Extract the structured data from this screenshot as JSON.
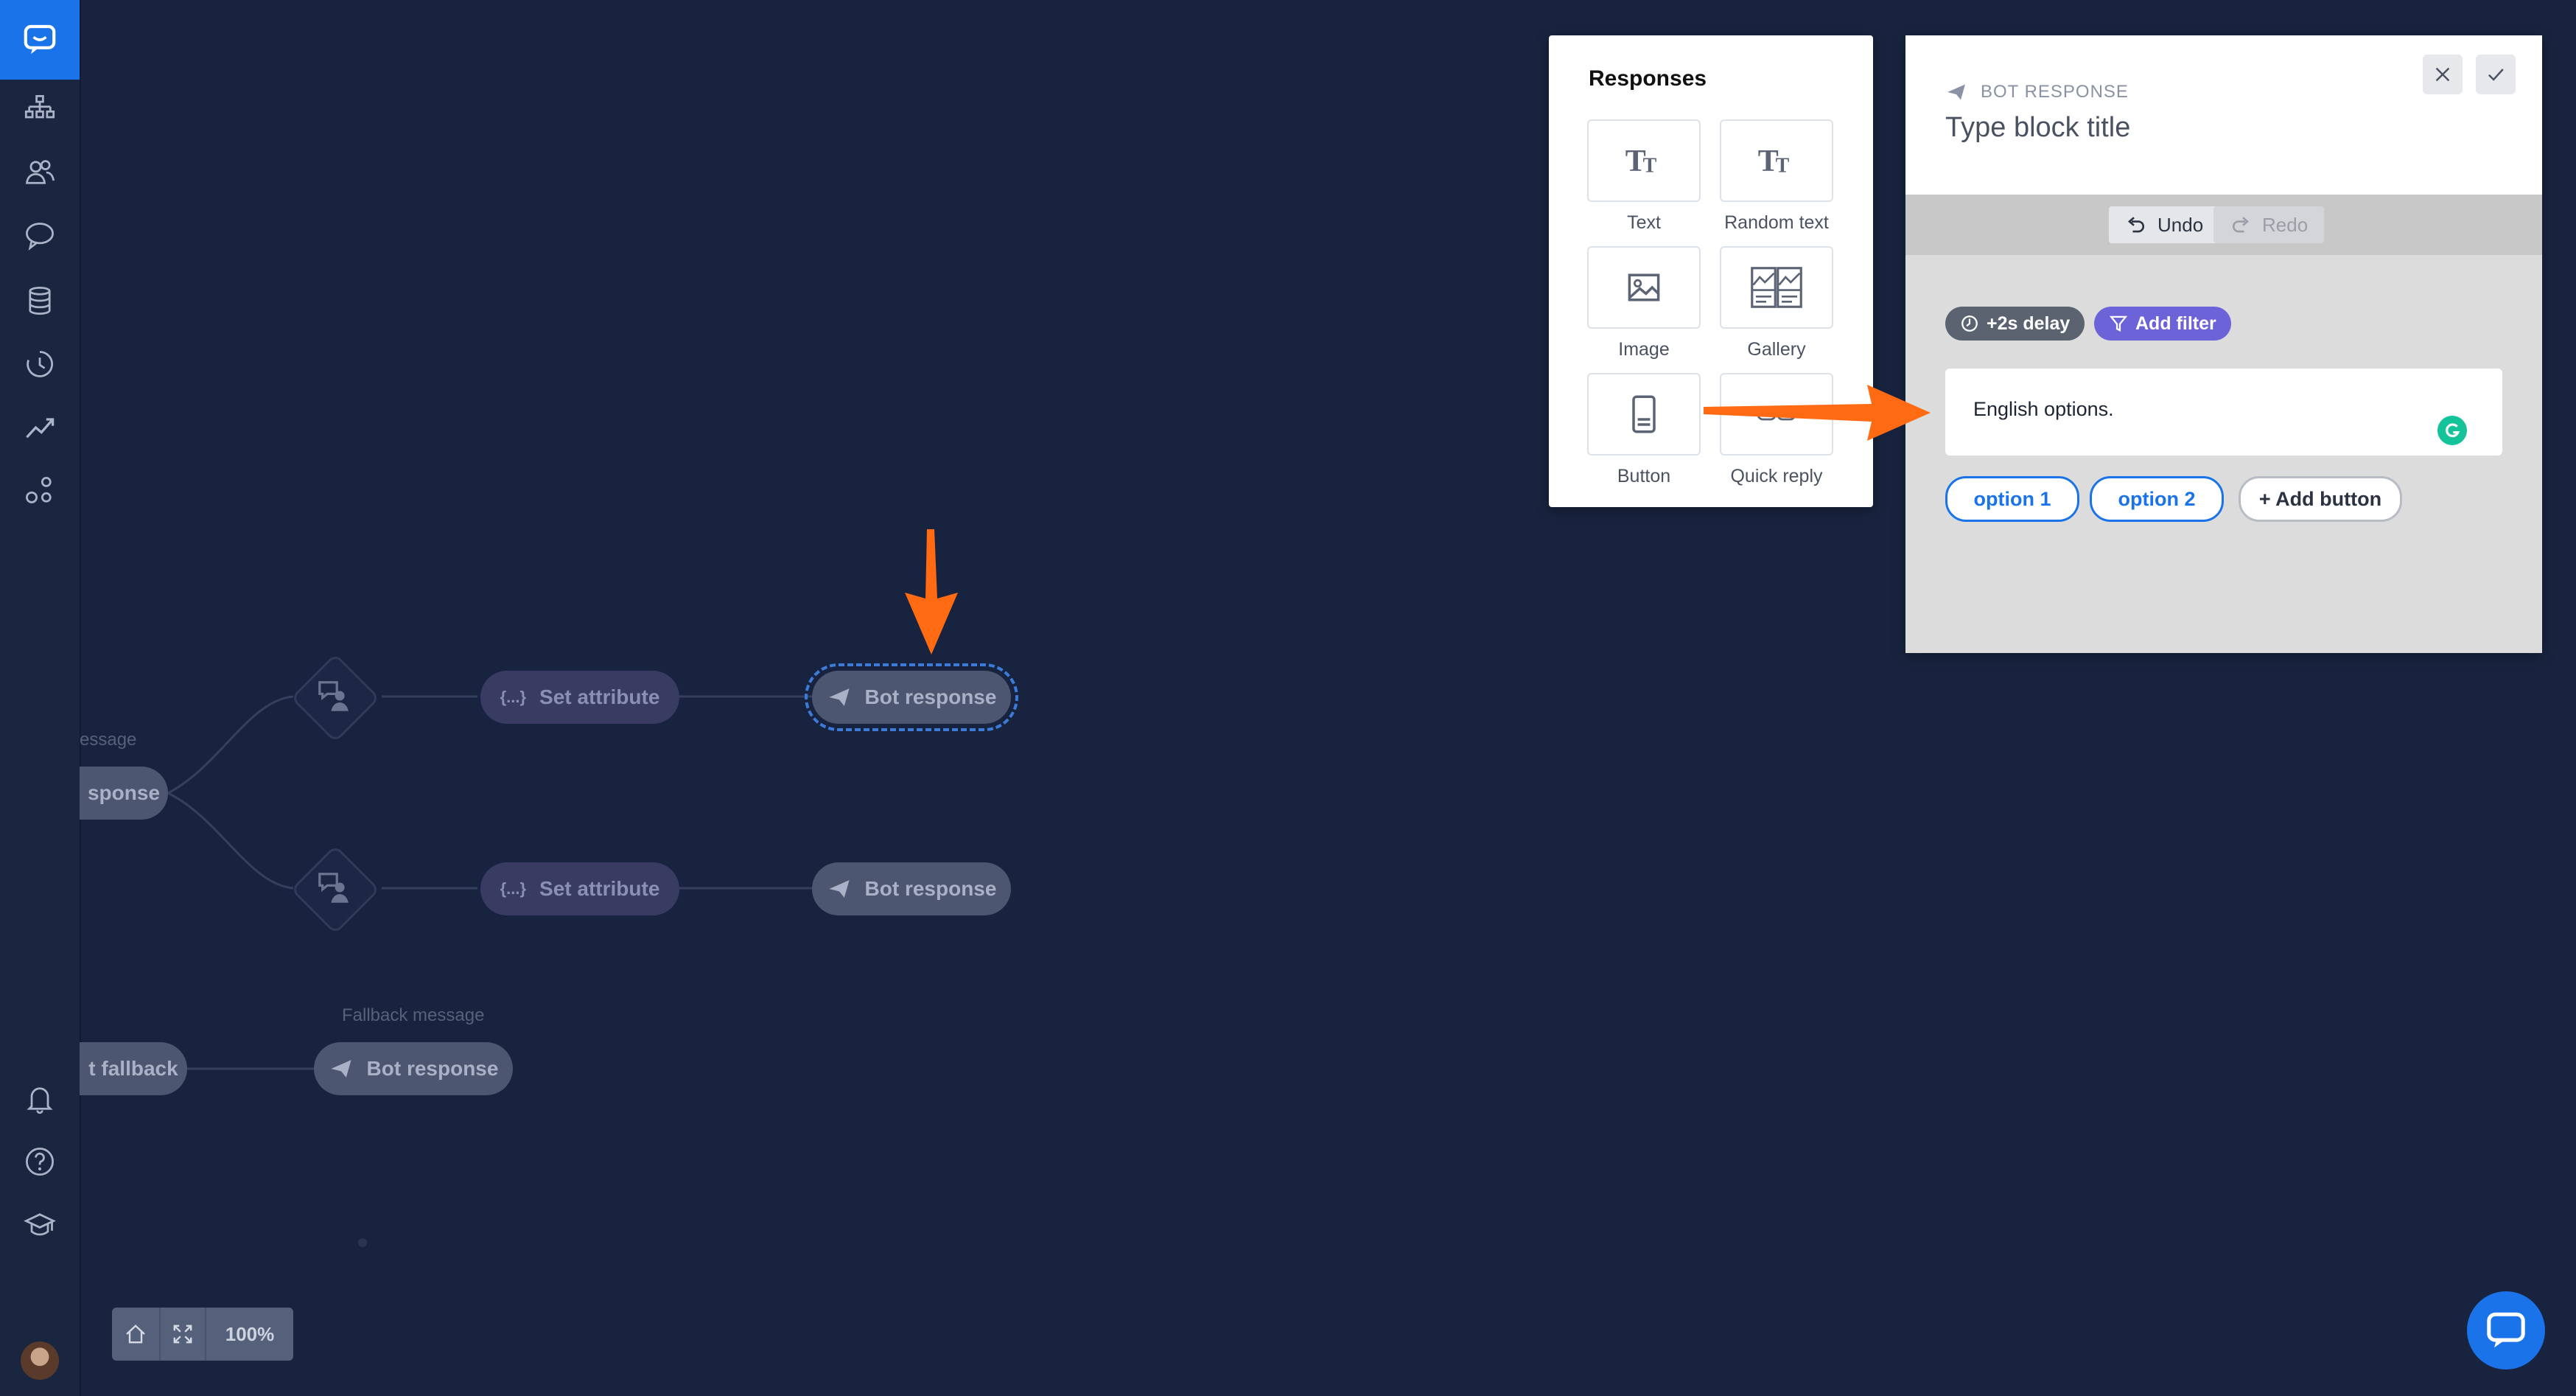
{
  "sidebar": {
    "items": [
      {
        "icon": "sitemap-icon"
      },
      {
        "icon": "users-icon"
      },
      {
        "icon": "chat-bubble-icon"
      },
      {
        "icon": "database-icon"
      },
      {
        "icon": "history-icon"
      },
      {
        "icon": "trend-icon"
      },
      {
        "icon": "integrations-icon"
      }
    ],
    "bottom": [
      {
        "icon": "bell-icon"
      },
      {
        "icon": "help-icon"
      },
      {
        "icon": "academy-icon"
      }
    ]
  },
  "flow": {
    "label_message": "essage",
    "node_response_partial": "sponse",
    "set_attribute_1": "Set attribute",
    "set_attribute_2": "Set attribute",
    "bot_response_1": "Bot response",
    "bot_response_2": "Bot response",
    "label_fallback": "Fallback message",
    "node_fallback_partial": "t fallback",
    "bot_response_3": "Bot response",
    "attr_glyph": "{...}"
  },
  "zoom": {
    "value": "100%"
  },
  "responses_panel": {
    "title": "Responses",
    "items": [
      "Text",
      "Random text",
      "Image",
      "Gallery",
      "Button",
      "Quick reply"
    ]
  },
  "bot_panel": {
    "kicker": "BOT RESPONSE",
    "title": "Type block title",
    "undo": "Undo",
    "redo": "Redo",
    "delay": "+2s delay",
    "filter": "Add filter",
    "message": "English options.",
    "options": [
      "option 1",
      "option 2"
    ],
    "add_button": "+ Add button"
  },
  "colors": {
    "accent": "#1a73e8",
    "canvas": "#18243f",
    "annotation_arrow": "#ff6a13",
    "filter_chip": "#6c63d8"
  }
}
